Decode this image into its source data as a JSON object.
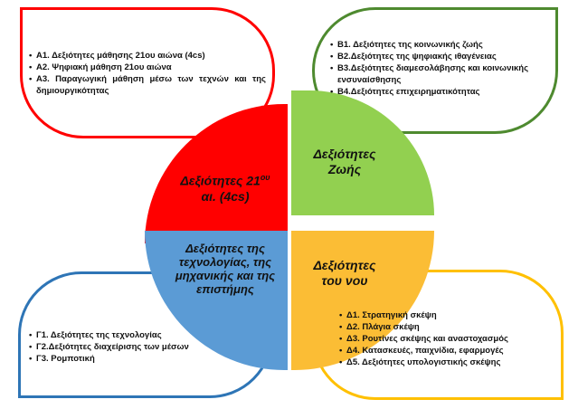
{
  "boxes": {
    "a": [
      "Α1. Δεξιότητες μάθησης 21ου αιώνα (4cs)",
      "Α2. Ψηφιακή μάθηση 21ου αιώνα",
      "Α3. Παραγωγική μάθηση μέσω των τεχνών και της δημιουργικότητας"
    ],
    "b": [
      "Β1. Δεξιότητες της κοινωνικής ζωής",
      "Β2.Δεξιότητες της ψηφιακής ιθαγένειας",
      "Β3.Δεξιότητες διαμεσολάβησης και κοινωνικής ενσυναίσθησης",
      "Β4.Δεξιότητες επιχειρηματικότητας"
    ],
    "c": [
      "Γ1. Δεξιότητες της τεχνολογίας",
      "Γ2.Δεξιότητες διαχείρισης των μέσων",
      "Γ3. Ρομποτική"
    ],
    "d": [
      "Δ1. Στρατηγική σκέψη",
      "Δ2. Πλάγια σκέψη",
      "Δ3. Ρουτίνες σκέψης και αναστοχασμός",
      "Δ4. Κατασκευές, παιχνίδια, εφαρμογές",
      "Δ5. Δεξιότητες υπολογιστικής σκέψης"
    ]
  },
  "quadrants": {
    "a_line1": "Δεξιότητες 21",
    "a_sup": "ου",
    "a_line2": "αι. (4cs)",
    "b": "Δεξιότητες Ζωής",
    "c": "Δεξιότητες της τεχνολογίας, της μηχανικής και της επιστήμης",
    "d": "Δεξιότητες του νου"
  },
  "colors": {
    "red": "#ff0000",
    "green": "#92d050",
    "blue": "#5b9bd5",
    "yellow": "#fbbd35"
  }
}
